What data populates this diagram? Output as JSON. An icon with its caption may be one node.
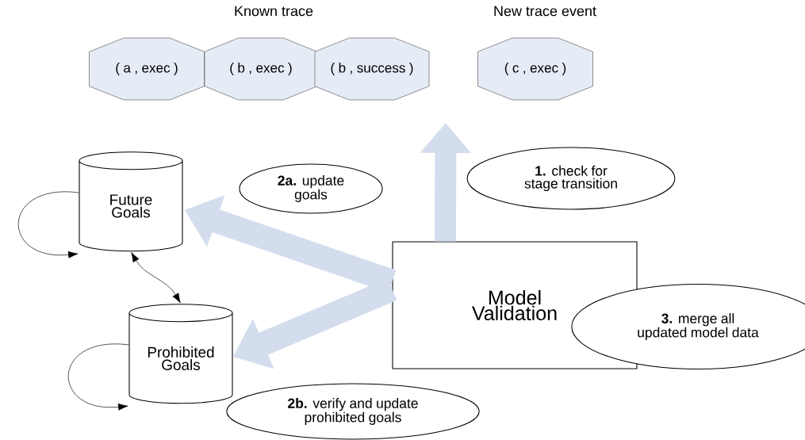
{
  "diagram": {
    "nodes": [
      {
        "text": [
          "( a , exec )"
        ]
      },
      {
        "text": [
          "( b , exec )"
        ]
      },
      {
        "text": [
          "( b , success )"
        ]
      },
      {
        "text": [
          "( c , exec )"
        ]
      },
      {
        "text": [
          "Future Goals"
        ]
      },
      {
        "text": [
          "Prohibited Goals"
        ]
      },
      {
        "text": [
          "Model Validation"
        ]
      },
      {
        "text": [
          "**1.** check for stage transition"
        ]
      },
      {
        "text": [
          "**2a.** update goals"
        ]
      },
      {
        "text": [
          "**2b.** verify and update prohibited goals"
        ]
      },
      {
        "text": [
          "**3.** merge all updated model data"
        ]
      }
    ],
    "edges": [
      {
        "from": 6,
        "to": null,
        "arrow": "to",
        "style": "thick",
        "color": "#d4ddee"
      },
      {
        "from": 6,
        "to": 4,
        "arrow": "to",
        "style": "thick",
        "color": "#d4ddee"
      },
      {
        "from": 6,
        "to": 5,
        "arrow": "to",
        "style": "thick",
        "color": "#d4ddee"
      },
      {
        "from": 4,
        "to": 4,
        "arrow": "to",
        "color": "#000000"
      },
      {
        "from": 5,
        "to": 5,
        "arrow": "to",
        "color": "#000000"
      },
      {
        "from": 4,
        "to": 5,
        "arrow": "both",
        "color": "#000000"
      }
    ],
    "labels": [
      "Known trace",
      "New trace event"
    ]
  }
}
